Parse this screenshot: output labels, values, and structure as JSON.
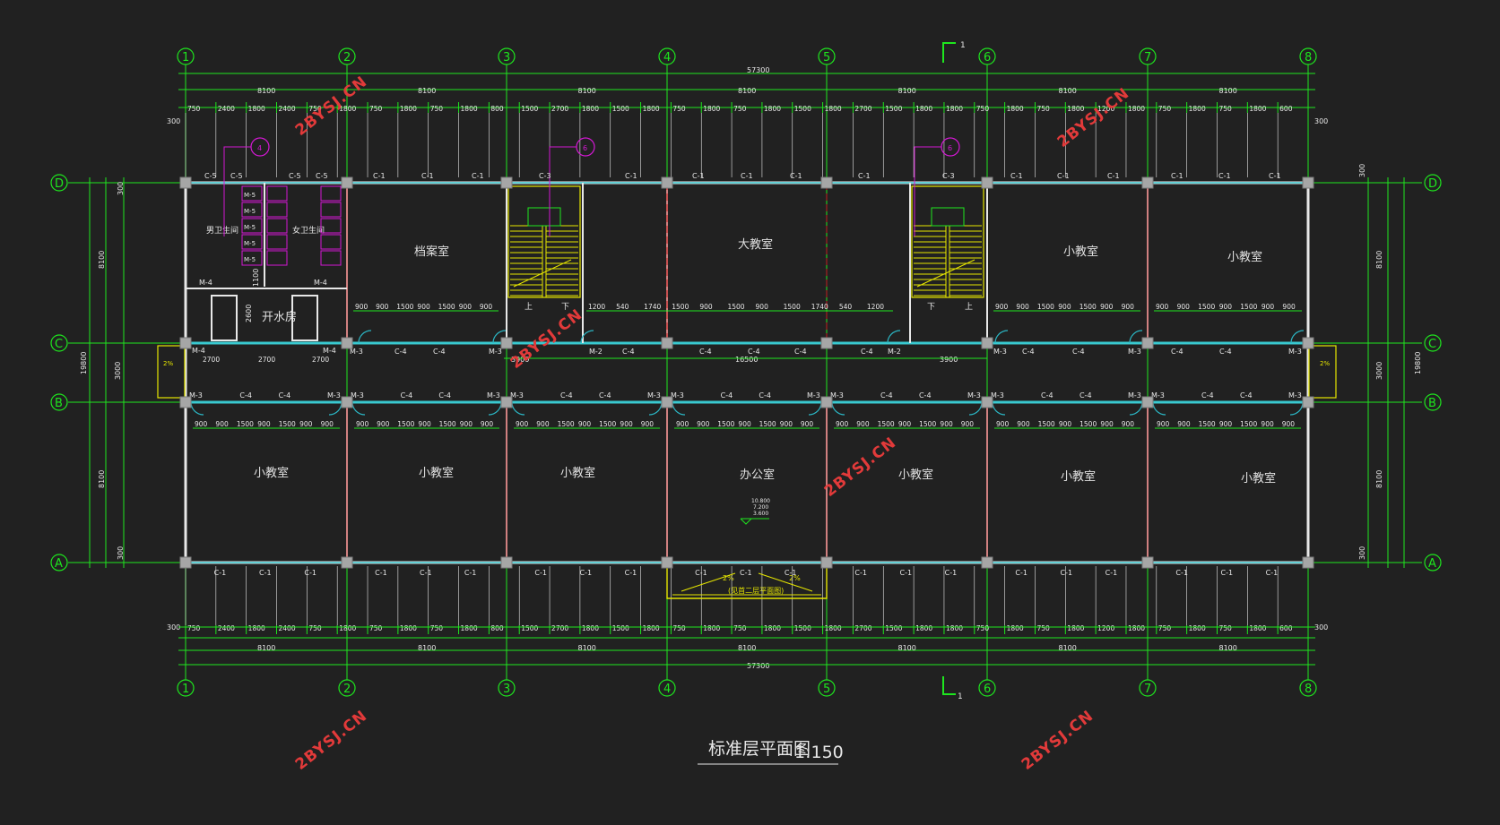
{
  "title": {
    "main": "标准层平面图",
    "scale": "1:150"
  },
  "watermark": "2BYSJ.CN",
  "axes_columns": [
    "1",
    "2",
    "3",
    "4",
    "5",
    "6",
    "7",
    "8"
  ],
  "axes_rows": [
    "D",
    "C",
    "B",
    "A"
  ],
  "section_mark": "1",
  "overall_length": "57300",
  "overall_width": "19800",
  "bay_length": "8100",
  "bay_depth": "8100",
  "corridor_width": "3000",
  "corridor_length": "16500",
  "stair_width": "3900",
  "top_segments_north": [
    "750",
    "2400",
    "1800",
    "2400",
    "750",
    "1800",
    "750",
    "1800",
    "750",
    "1800",
    "800",
    "1500",
    "2700",
    "1800",
    "1500",
    "1800",
    "750",
    "1800",
    "750",
    "1800",
    "1500",
    "1800",
    "2700",
    "1500",
    "1800",
    "1800",
    "750",
    "1800",
    "750",
    "1800",
    "1200",
    "1800",
    "750",
    "1800",
    "750",
    "1800",
    "600"
  ],
  "edge_300": "300",
  "room_names": {
    "archive": "档案室",
    "large": "大教室",
    "small": "小教室",
    "office": "办公室",
    "boiler": "开水房",
    "male_wc": "男卫生间",
    "female_wc": "女卫生间"
  },
  "window_labels": {
    "c1": "C-1",
    "c3": "C-3",
    "c4": "C-4",
    "c5": "C-5"
  },
  "door_labels": {
    "m2": "M-2",
    "m3": "M-3",
    "m4": "M-4",
    "m5": "M-5"
  },
  "corridor_window_segments": [
    "900",
    "900",
    "1500",
    "900",
    "1500",
    "900",
    "900"
  ],
  "stair_up": "上",
  "stair_down": "下",
  "office_levels": [
    "10.800",
    "7.200",
    "3.600"
  ],
  "slope": "2%",
  "entrance_note": "(见首二层平面图)",
  "detail_marks": [
    "4",
    "6"
  ],
  "minor_dims": [
    "1100",
    "2600",
    "2700",
    "1200",
    "540",
    "1740",
    "600",
    "1800"
  ],
  "colors": {
    "background": "#212121",
    "axis": "#1ee61e",
    "wall": "#e8e8e8",
    "window": "#39c9d0",
    "column": "#a6a6a6",
    "stair": "#e6e600",
    "detail": "#d418d4",
    "watermark": "#e23a3a",
    "door": "#2bb6c4"
  }
}
